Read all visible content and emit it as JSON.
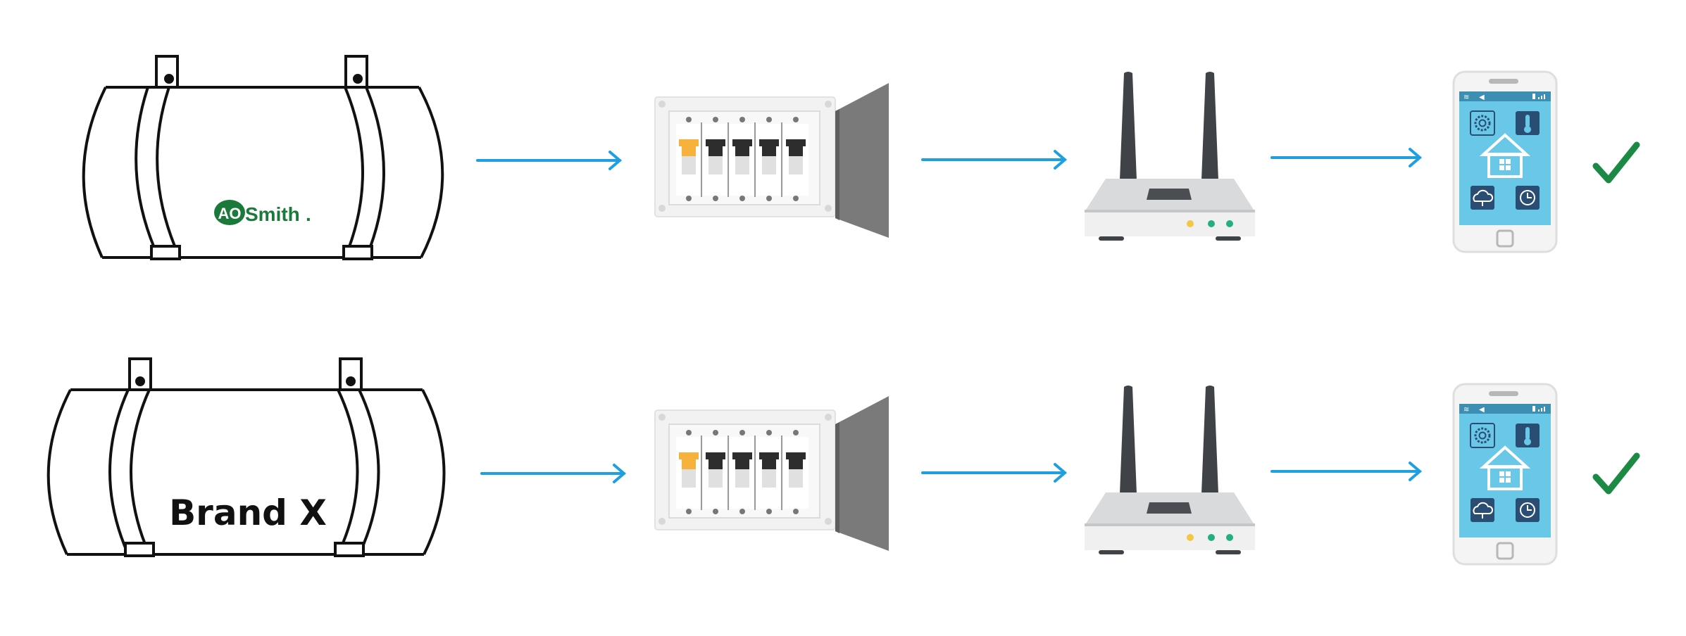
{
  "rows": [
    {
      "heater": {
        "logo_prefix": "AO",
        "logo_name": "Smith",
        "logo_mark": ".",
        "logo_color": "#1b7a3a"
      },
      "status": "check"
    },
    {
      "heater": {
        "brand_label": "Brand X"
      },
      "status": "check"
    }
  ],
  "colors": {
    "arrow": "#1ea0e0",
    "check": "#1c8a45",
    "breaker_on": "#f6b23c",
    "breaker_off": "#2d2d2d",
    "panel_door": "#7a7a7a",
    "router_body": "#d9dadb",
    "antenna": "#3f4246",
    "led_green": "#22b07d",
    "led_yellow": "#f2c744",
    "phone_screen": "#69c7e8",
    "app_tile": "#2a4e73"
  },
  "icons": [
    "settings-icon",
    "thermometer-icon",
    "home-icon",
    "cloud-icon",
    "clock-icon",
    "wifi-icon",
    "speaker-icon",
    "battery-icon",
    "signal-icon"
  ]
}
